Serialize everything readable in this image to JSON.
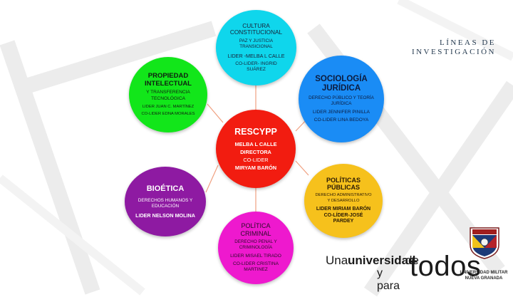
{
  "heading": {
    "line1": "LÍNEAS DE",
    "line2": "INVESTIGACIÓN"
  },
  "center": {
    "title": "RESCYPP",
    "line1": "MELBA L CALLE",
    "line2": "DIRECTORA",
    "line3": "CO-LIDER",
    "line4": "MIRYAM BARÓN",
    "color": "#f21c10"
  },
  "nodes": {
    "cultura": {
      "title": "CULTURA CONSTITUCIONAL",
      "subtitle": "PAZ Y JUSTICIA TRANSICIONAL",
      "leader": "LIDER -MELBA L CALLE",
      "colead": "CO-LIDER- INGRID SUÁREZ",
      "color": "#0fd6ec"
    },
    "sociologia": {
      "title": "SOCIOLOGÍA JURÍDICA",
      "subtitle": "DERECHO PÚBLICO Y TEORÍA JURÍDICA",
      "leader": "LIDER JENNIFER PINILLA",
      "colead": "CO-LIDER LINA BEDOYA",
      "color": "#1a8cf5"
    },
    "propiedad": {
      "title": "PROPIEDAD INTELECTUAL",
      "subtitle": "Y TRANSFERENCIA TECNOLÓGICA",
      "leader": "LIDER JUAN C. MARTÍNEZ",
      "colead": "CO-LIDER EDNA MORALES",
      "color": "#12e61a"
    },
    "bioetica": {
      "title": "BIOÉTICA",
      "subtitle": "DERECHOS HUMANOS Y EDUCACIÓN",
      "leader": "LIDER NELSON MOLINA",
      "color": "#8e1aa2"
    },
    "politicas": {
      "title": "POLÍTICAS PÚBLICAS",
      "subtitle": "DERECHO ADMINISTRATIVO Y DESARROLLO",
      "leader": "LIDER MIRIAM BARÓN CO-LÍDER-JOSÉ PARDEY",
      "color": "#f6c11c"
    },
    "criminal": {
      "title": "POLÍTICA CRIMINAL",
      "subtitle": "DERECHO PENAL Y CRIMINOLOGÍA",
      "leader": "LIDER MISAEL TIRADO",
      "colead": "CO-LIDER CRISTINA MARTINEZ",
      "color": "#ee19ce"
    }
  },
  "slogan": {
    "w1": "Una",
    "w2": "universidad",
    "w3": "de",
    "w4": "y para",
    "w5": "todos"
  },
  "university": {
    "line1": "UNIVERSIDAD MILITAR",
    "line2": "NUEVA GRANADA"
  },
  "connector_color": "#f0a080"
}
